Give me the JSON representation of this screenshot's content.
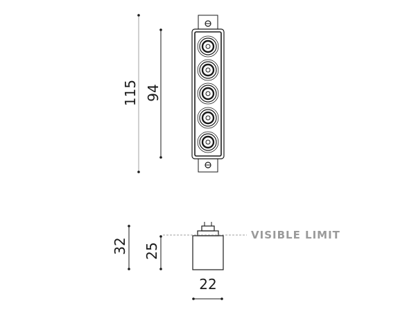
{
  "front_view": {
    "dimensions": {
      "overall_height": "115",
      "body_height": "94"
    },
    "spotlight_count": 5
  },
  "side_view": {
    "dimensions": {
      "overall_height": "32",
      "visible_height": "25",
      "width": "22"
    },
    "visible_limit_label": "VISIBLE LIMIT"
  },
  "colors": {
    "line": "#1a1a1a",
    "dimension_line_light": "#b0b0b0",
    "limit_line": "#a0a0a0",
    "limit_text": "#9a9a9a"
  }
}
